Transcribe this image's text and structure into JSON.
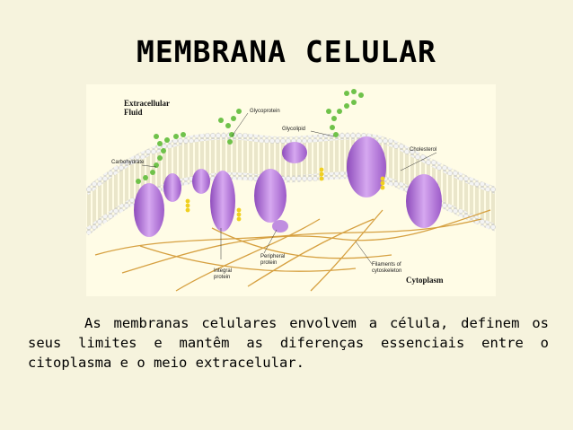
{
  "title": "MEMBRANA CELULAR",
  "diagram": {
    "labels": {
      "extracellular": "Extracellular Fluid",
      "glycoprotein": "Glycoprotein",
      "glycolipid": "Glycolipid",
      "carbohydrate": "Carbohydrate",
      "cholesterol": "Cholesterol",
      "integral": "Integral protein",
      "peripheral": "Peripheral protein",
      "filaments": "Filaments of cytoskeleton",
      "cytoplasm": "Cytoplasm"
    },
    "colors": {
      "protein": "#b47ad8",
      "lipid_head": "#f2f2f2",
      "carbohydrate": "#6fc24a",
      "cholesterol": "#f2d21a",
      "filament": "#d8a040"
    }
  },
  "caption": "As membranas celulares envolvem a célula, definem os seus limites e mantêm as diferenças essenciais entre o citoplasma e o meio extracelular."
}
